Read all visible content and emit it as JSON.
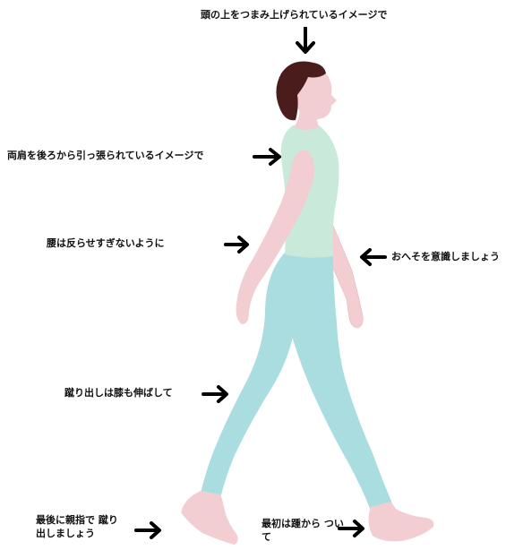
{
  "annotations": {
    "head": "頭の上をつまみ上げられているイメージで",
    "shoulders": "両肩を後ろから引っ張られているイメージで",
    "back": "腰は反らせすぎないように",
    "navel": "おへそを意識しましょう",
    "knee": "蹴り出しは膝も伸ばして",
    "toe": "最後に親指で 蹴り出しましょう",
    "heel": "最初は踵から ついて"
  },
  "colors": {
    "hair": "#4a1c1c",
    "skin": "#f2cdd2",
    "top": "#c9eadb",
    "pants": "#a9dde0",
    "arrow": "#000000",
    "text": "#111111"
  },
  "icons": {
    "arrow_down": "arrow-down-icon",
    "arrow_right": "arrow-right-icon",
    "arrow_left": "arrow-left-icon"
  }
}
